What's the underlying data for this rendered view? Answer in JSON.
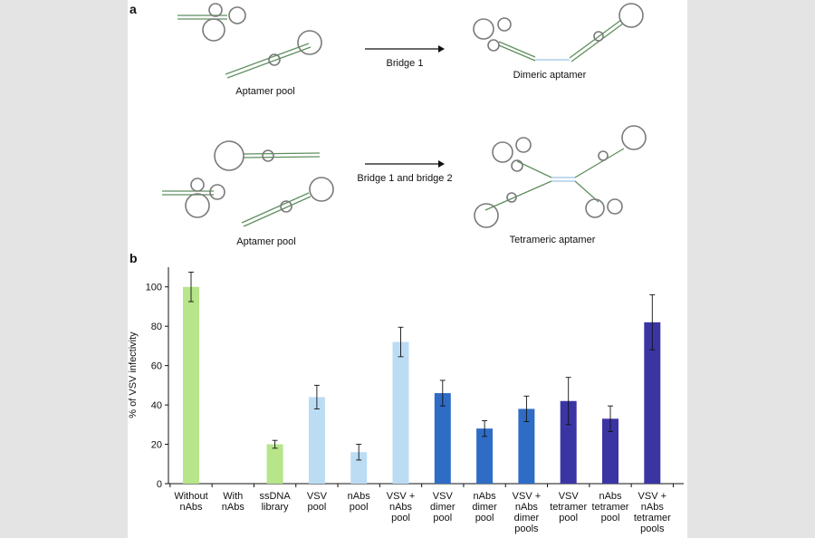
{
  "panel_a": {
    "letter": "a",
    "row1": {
      "pool_label": "Aptamer pool",
      "arrow_label": "Bridge 1",
      "product_label": "Dimeric aptamer"
    },
    "row2": {
      "pool_label": "Aptamer pool",
      "arrow_label": "Bridge 1 and bridge 2",
      "product_label": "Tetrameric aptamer"
    }
  },
  "panel_b": {
    "letter": "b"
  },
  "chart_data": {
    "type": "bar",
    "ylabel": "% of VSV infectivity",
    "xlabel": "",
    "ylim": [
      0,
      110
    ],
    "yticks": [
      0,
      20,
      40,
      60,
      80,
      100
    ],
    "grid": false,
    "categories": [
      [
        "Without",
        "nAbs"
      ],
      [
        "With",
        "nAbs"
      ],
      [
        "ssDNA",
        "library"
      ],
      [
        "VSV",
        "pool"
      ],
      [
        "nAbs",
        "pool"
      ],
      [
        "VSV +",
        "nAbs",
        "pool"
      ],
      [
        "VSV",
        "dimer",
        "pool"
      ],
      [
        "nAbs",
        "dimer",
        "pool"
      ],
      [
        "VSV +",
        "nAbs",
        "dimer",
        "pools"
      ],
      [
        "VSV",
        "tetramer",
        "pool"
      ],
      [
        "nAbs",
        "tetramer",
        "pool"
      ],
      [
        "VSV +",
        "nAbs",
        "tetramer",
        "pools"
      ]
    ],
    "values": [
      100,
      0,
      20,
      44,
      16,
      72,
      46,
      28,
      38,
      42,
      33,
      82
    ],
    "errors": [
      7.5,
      0,
      2,
      6,
      4,
      7.5,
      6.5,
      4,
      6.5,
      12,
      6.5,
      14
    ],
    "colors": [
      "#b6e58a",
      "#b6e58a",
      "#b6e58a",
      "#bcdcf4",
      "#bcdcf4",
      "#bcdcf4",
      "#2f6cc6",
      "#2f6cc6",
      "#2f6cc6",
      "#3b35a4",
      "#3b35a4",
      "#3b35a4"
    ]
  }
}
